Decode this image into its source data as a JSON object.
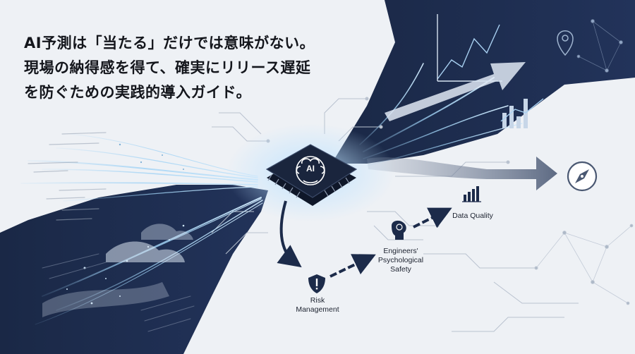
{
  "headline": {
    "line1": "AI予測は「当たる」だけでは意味がない。",
    "line2": "現場の納得感を得て、確実にリリース遅延",
    "line3": "を防ぐための実践的導入ガイド。"
  },
  "chip": {
    "label": "AI",
    "icon": "brain-chip-icon"
  },
  "nodes": [
    {
      "id": "risk",
      "label_lines": [
        "Risk",
        "Management"
      ],
      "icon": "shield-alert-icon"
    },
    {
      "id": "safety",
      "label_lines": [
        "Engineers'",
        "Psychological",
        "Safety"
      ],
      "icon": "head-brain-icon"
    },
    {
      "id": "quality",
      "label_lines": [
        "Data Quality"
      ],
      "icon": "bar-chart-icon"
    }
  ],
  "colors": {
    "navy": "#1c2b4a",
    "navy_dark": "#111c33",
    "accent_blue": "#7fc3f2",
    "arrow_gray": "#6f7c93",
    "text": "#14161c"
  }
}
